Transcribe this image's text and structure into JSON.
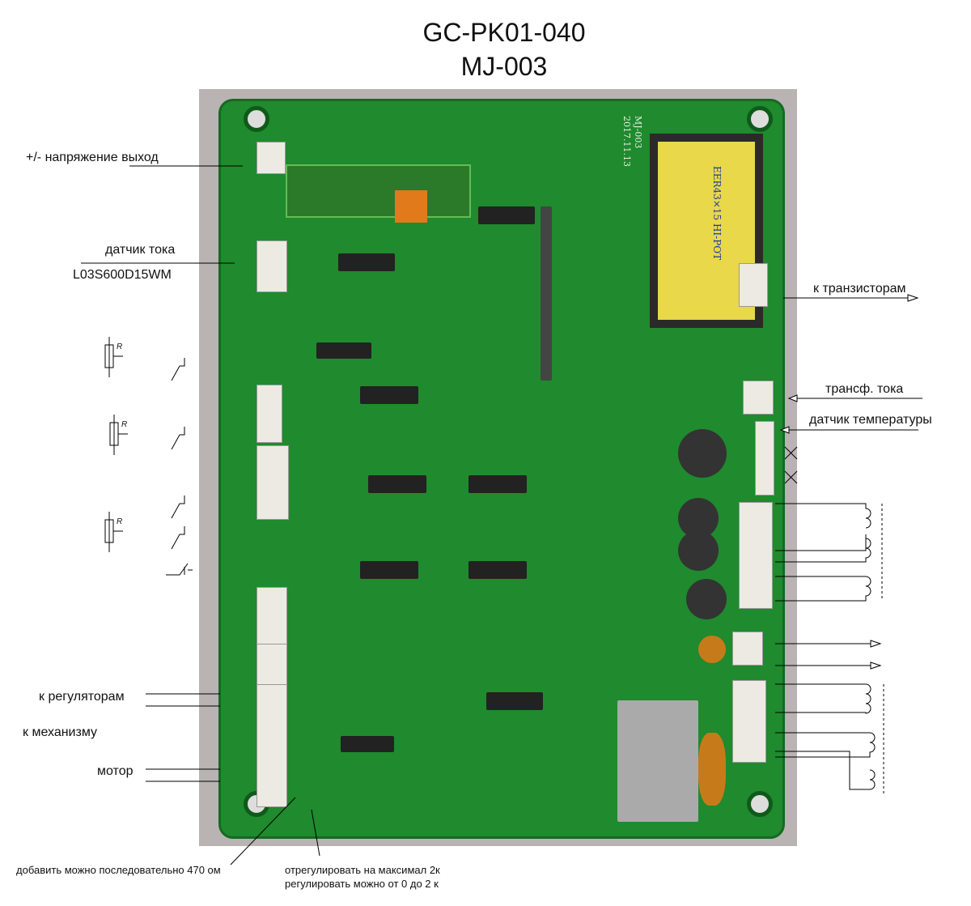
{
  "header": {
    "title_line1": "GC-PK01-040",
    "title_line2": "MJ-003"
  },
  "labels_left": {
    "voltage_out": "+/-  напряжение выход",
    "current_sensor": "датчик тока",
    "current_sensor_model": "L03S600D15WM",
    "to_regulators": "к регуляторам",
    "to_mechanism": "к механизму",
    "motor": "мотор",
    "resistor_symbol": "R"
  },
  "labels_right": {
    "to_transistors": "к транзисторам",
    "current_transformer": "трансф. тока",
    "temp_sensor": "датчик  температуры"
  },
  "notes_bottom": {
    "add_series": "добавить можно  последовательно 470 ом",
    "adjust_max": "отрегулировать на максимал 2к",
    "adjust_range": "регулировать можно от 0 до 2 к"
  },
  "board_marking": {
    "model": "MJ-003",
    "date": "2017.11.13",
    "transformer": "EER43×15 HI-POT"
  }
}
